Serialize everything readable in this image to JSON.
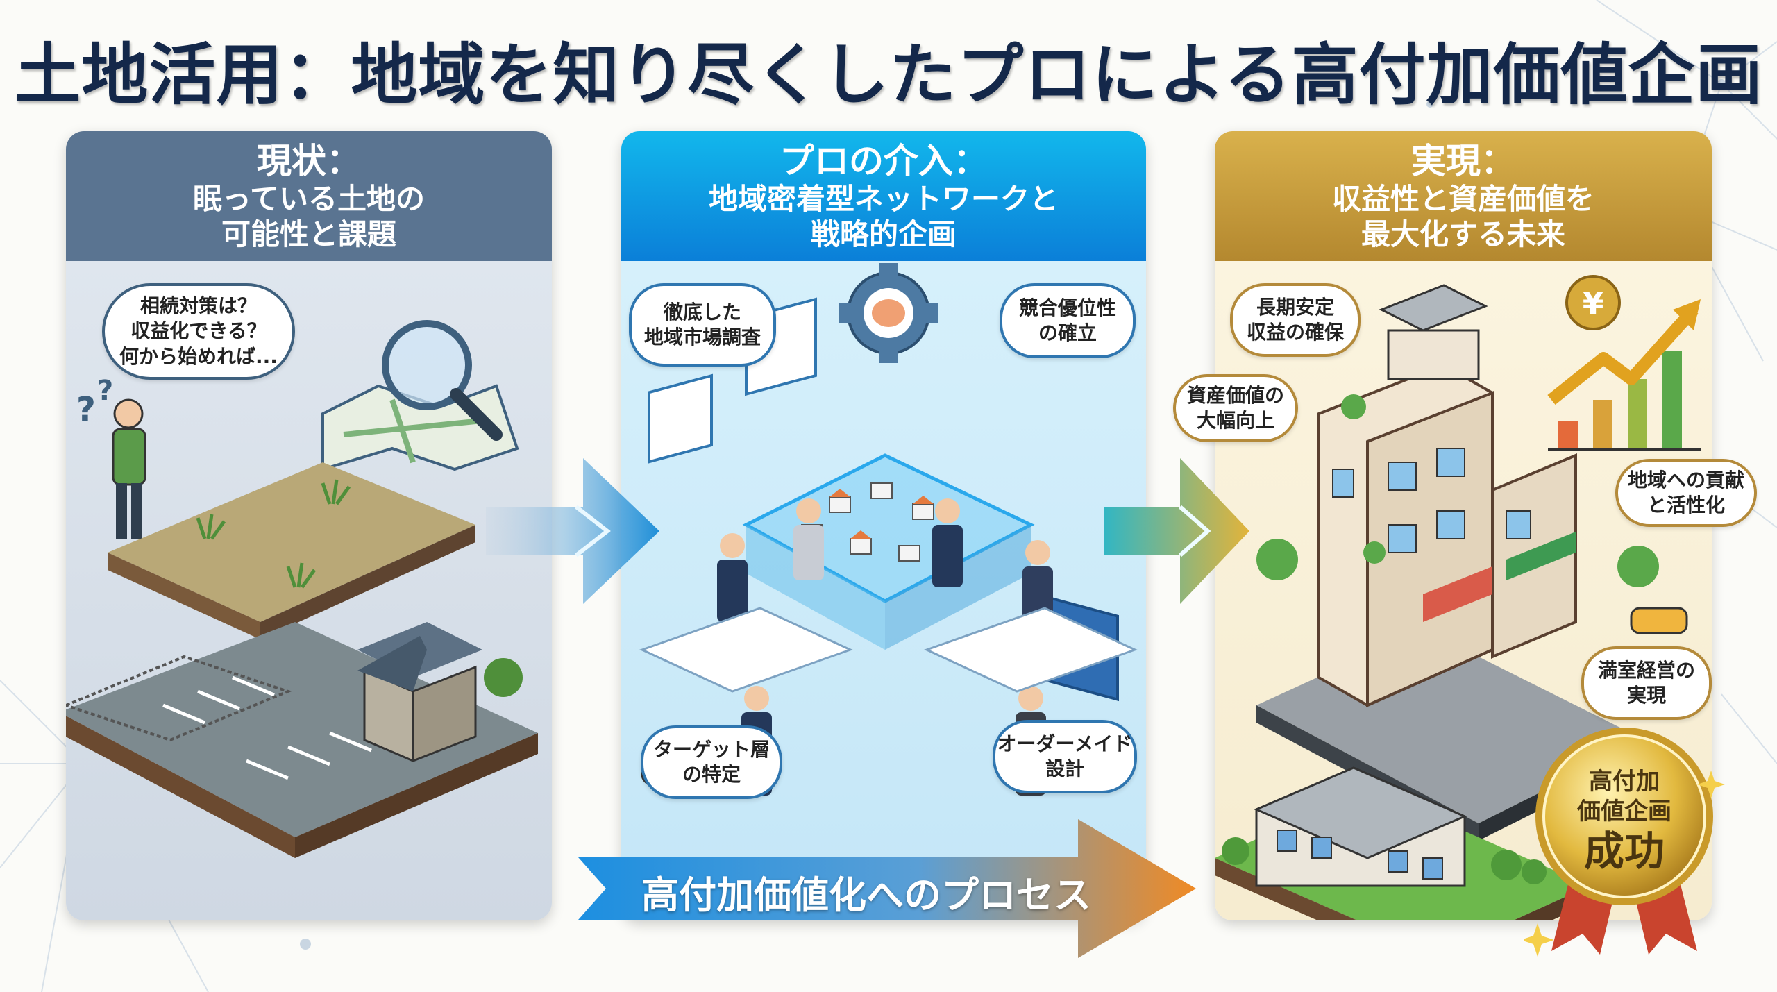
{
  "title": "土地活用：地域を知り尽くしたプロによる高付加価値企画",
  "colors": {
    "title": "#14284a",
    "panel1": "#5a7491",
    "panel2": "#0b9be2",
    "panel3": "#c69d3e",
    "process_start": "#1d8fe0",
    "process_end": "#f08a24"
  },
  "panels": [
    {
      "heading": "現状：",
      "subheading": [
        "眠っている土地の",
        "可能性と課題"
      ],
      "bubbles": [
        {
          "lines": [
            "相続対策は？",
            "収益化できる？",
            "何から始めれば..."
          ]
        }
      ],
      "illustration": [
        "person-thinking-icon",
        "map-magnifier-icon",
        "vacant-lot",
        "old-house",
        "empty-parking-lot"
      ]
    },
    {
      "heading": "プロの介入：",
      "subheading": [
        "地域密着型ネットワークと",
        "戦略的企画"
      ],
      "bubbles": [
        {
          "lines": [
            "徹底した",
            "地域市場調査"
          ]
        },
        {
          "lines": [
            "競合優位性",
            "の確立"
          ]
        },
        {
          "lines": [
            "ターゲット層",
            "の特定"
          ]
        },
        {
          "lines": [
            "オーダーメイド",
            "設計"
          ]
        }
      ],
      "illustration": [
        "gear-brain-icon",
        "team-meeting",
        "city-model-hologram",
        "handshake-icon",
        "compass-icon"
      ]
    },
    {
      "heading": "実現：",
      "subheading": [
        "収益性と資産価値を",
        "最大化する未来"
      ],
      "bubbles": [
        {
          "lines": [
            "長期安定",
            "収益の確保"
          ]
        },
        {
          "lines": [
            "資産価値の",
            "大幅向上"
          ]
        },
        {
          "lines": [
            "地域への貢献",
            "と活性化"
          ]
        },
        {
          "lines": [
            "満室経営の",
            "実現"
          ]
        }
      ],
      "illustration": [
        "yen-growth-chart-icon",
        "mixed-use-building",
        "apartment-complex"
      ]
    }
  ],
  "process_arrow": {
    "label": "高付加価値化へのプロセス"
  },
  "badge": {
    "lines": [
      "高付加",
      "価値企画"
    ],
    "emphasis": "成功"
  }
}
